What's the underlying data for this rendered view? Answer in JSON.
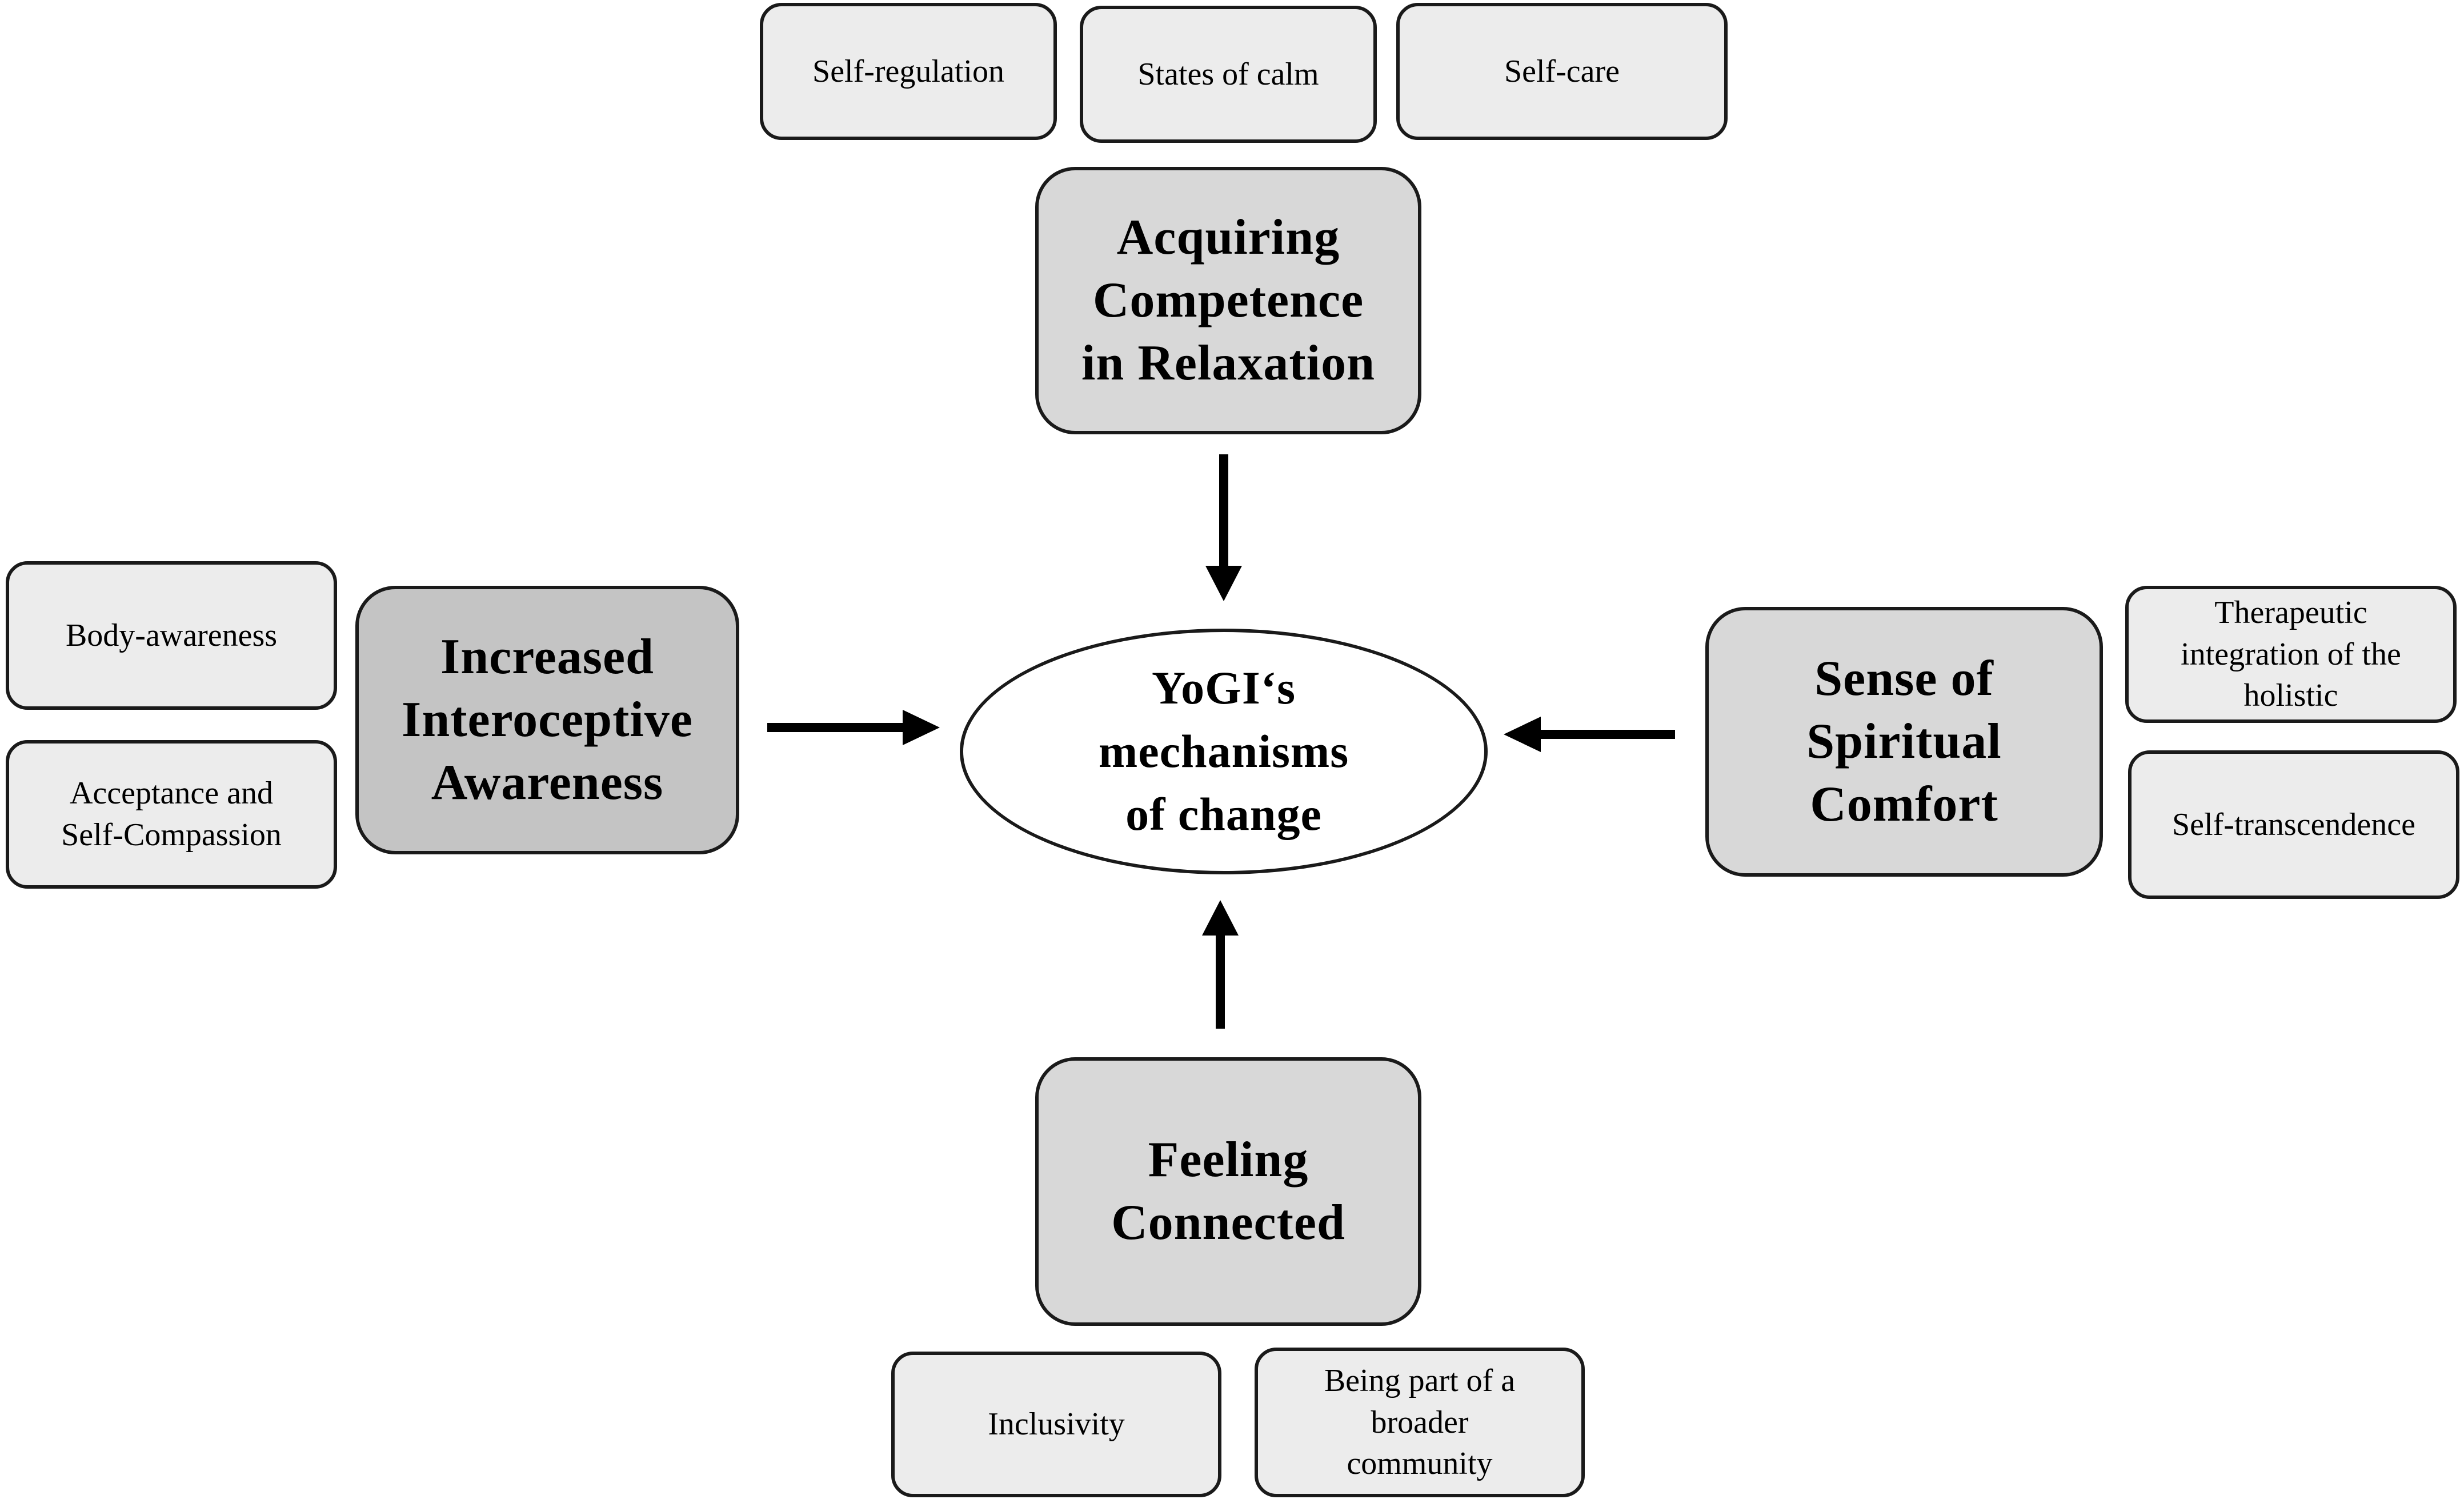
{
  "center": {
    "label": "YoGI‘s\nmechanisms\nof change"
  },
  "top": {
    "main": "Acquiring\nCompetence\nin Relaxation",
    "subs": [
      "Self-regulation",
      "States of calm",
      "Self-care"
    ]
  },
  "left": {
    "main": "Increased\nInteroceptive\nAwareness",
    "subs": [
      "Body-awareness",
      "Acceptance and\nSelf-Compassion"
    ]
  },
  "right": {
    "main": "Sense of\nSpiritual\nComfort",
    "subs": [
      "Therapeutic\nintegration of the\nholistic",
      "Self-transcendence"
    ]
  },
  "bottom": {
    "main": "Feeling\nConnected",
    "subs": [
      "Inclusivity",
      "Being part of a\nbroader\ncommunity"
    ]
  },
  "colors": {
    "sub_fill": "#ececec",
    "main_fill_light": "#d8d8d8",
    "main_fill_dark": "#c4c4c4",
    "stroke": "#1a1a1a"
  }
}
